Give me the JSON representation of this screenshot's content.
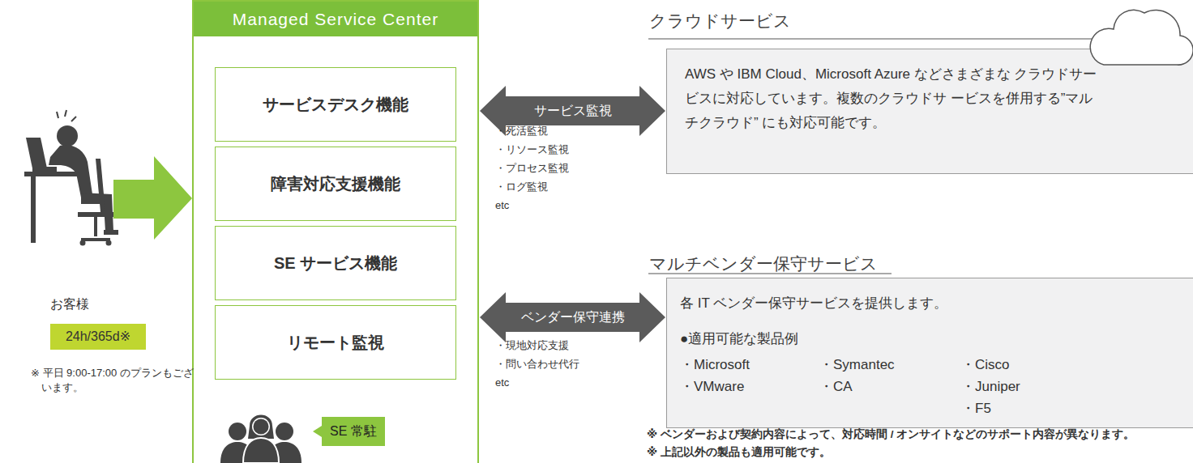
{
  "diagram": {
    "nodes": [
      {
        "text": [
          "24h/365d※"
        ]
      },
      {
        "text": [
          "Managed Service Center"
        ]
      },
      {
        "text": [
          "サービスデスク機能"
        ],
        "in": 1
      },
      {
        "text": [
          "障害対応支援機能"
        ],
        "in": 1
      },
      {
        "text": [
          "SE サービス機能"
        ],
        "in": 1
      },
      {
        "text": [
          "リモート監視"
        ],
        "in": 1
      },
      {
        "text": [
          "SE 常駐"
        ],
        "in": 1
      },
      {
        "text": [
          "クラウドサービス",
          "AWS や IBM Cloud、Microsoft Azure などさまざまな クラウドサービスに対応しています。複数のクラウドサ ービスを併用する”マルチクラウド” にも対応可能です。"
        ]
      },
      {
        "text": [
          "マルチベンダー保守サービス",
          "各 IT ベンダー保守サービスを提供します。",
          "●適用可能な製品例",
          "・Microsoft",
          "・Symantec",
          "・Cisco",
          "・VMware",
          "・CA",
          "・Juniper",
          "・F5"
        ]
      }
    ],
    "edges": [
      {
        "from": 1,
        "to": 7,
        "arrow": "both",
        "label": "サービス監視"
      },
      {
        "from": 1,
        "to": 8,
        "arrow": "both",
        "label": "ベンダー保守連携"
      }
    ],
    "labels": [
      "お客様",
      "※ 平日 9:00-17:00 のプランもございます。",
      "・死活監視",
      "・リソース監視",
      "・プロセス監視",
      "・ログ監視",
      "etc",
      "・現地対応支援",
      "・問い合わせ代行",
      "etc",
      "※ ベンダーおよび契約内容によって、対応時間 / オンサイトなどのサポート内容が異なります。",
      "※ 上記以外の製品も適用可能です。"
    ]
  }
}
